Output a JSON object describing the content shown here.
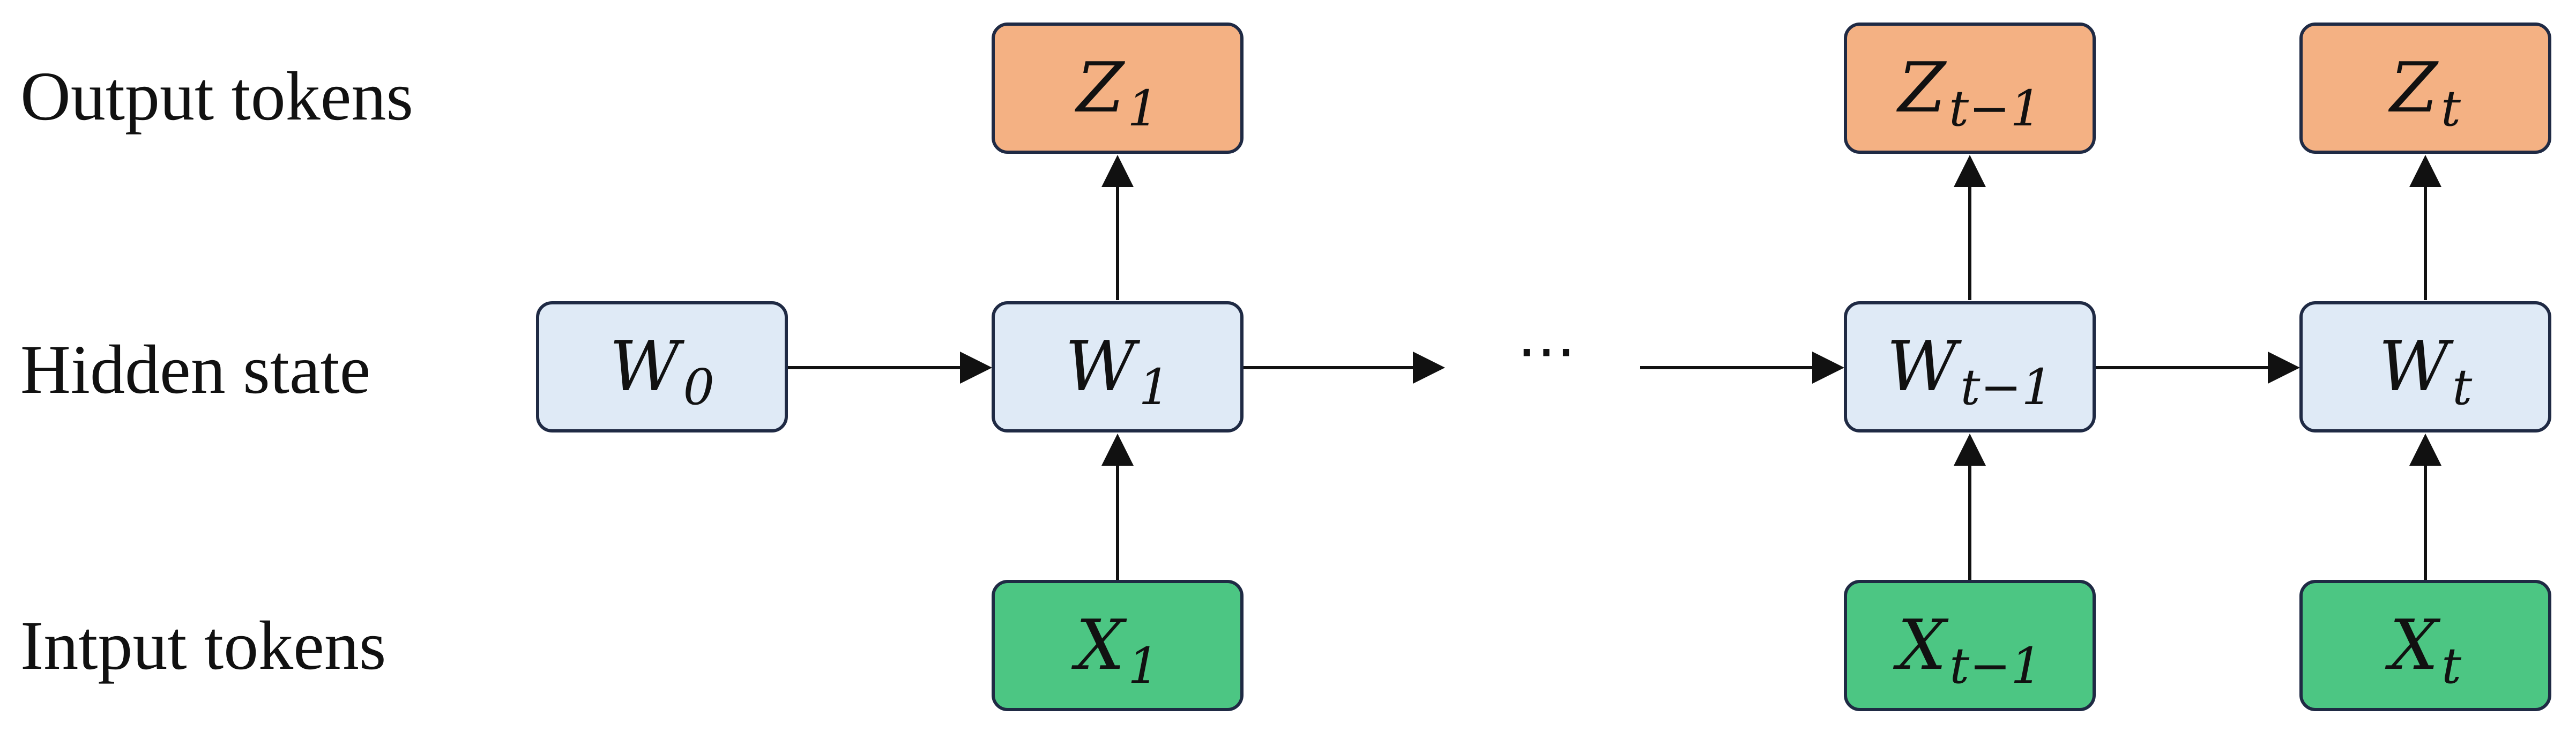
{
  "row_labels": {
    "output": "Output tokens",
    "hidden": "Hidden state",
    "input": "Intput tokens"
  },
  "ellipsis": "⋯",
  "nodes": {
    "w0": {
      "main": "W",
      "sub": "0"
    },
    "w1": {
      "main": "W",
      "sub": "1"
    },
    "wt1": {
      "main": "W",
      "sub": "t−1"
    },
    "wt": {
      "main": "W",
      "sub": "t"
    },
    "z1": {
      "main": "Z",
      "sub": "1"
    },
    "zt1": {
      "main": "Z",
      "sub": "t−1"
    },
    "zt": {
      "main": "Z",
      "sub": "t"
    },
    "x1": {
      "main": "X",
      "sub": "1"
    },
    "xt1": {
      "main": "X",
      "sub": "t−1"
    },
    "xt": {
      "main": "X",
      "sub": "t"
    }
  },
  "colors": {
    "hidden_fill": "#dfeaf6",
    "output_fill": "#f4b183",
    "input_fill": "#4cc683",
    "border": "#1f2a44",
    "arrow": "#111111"
  }
}
